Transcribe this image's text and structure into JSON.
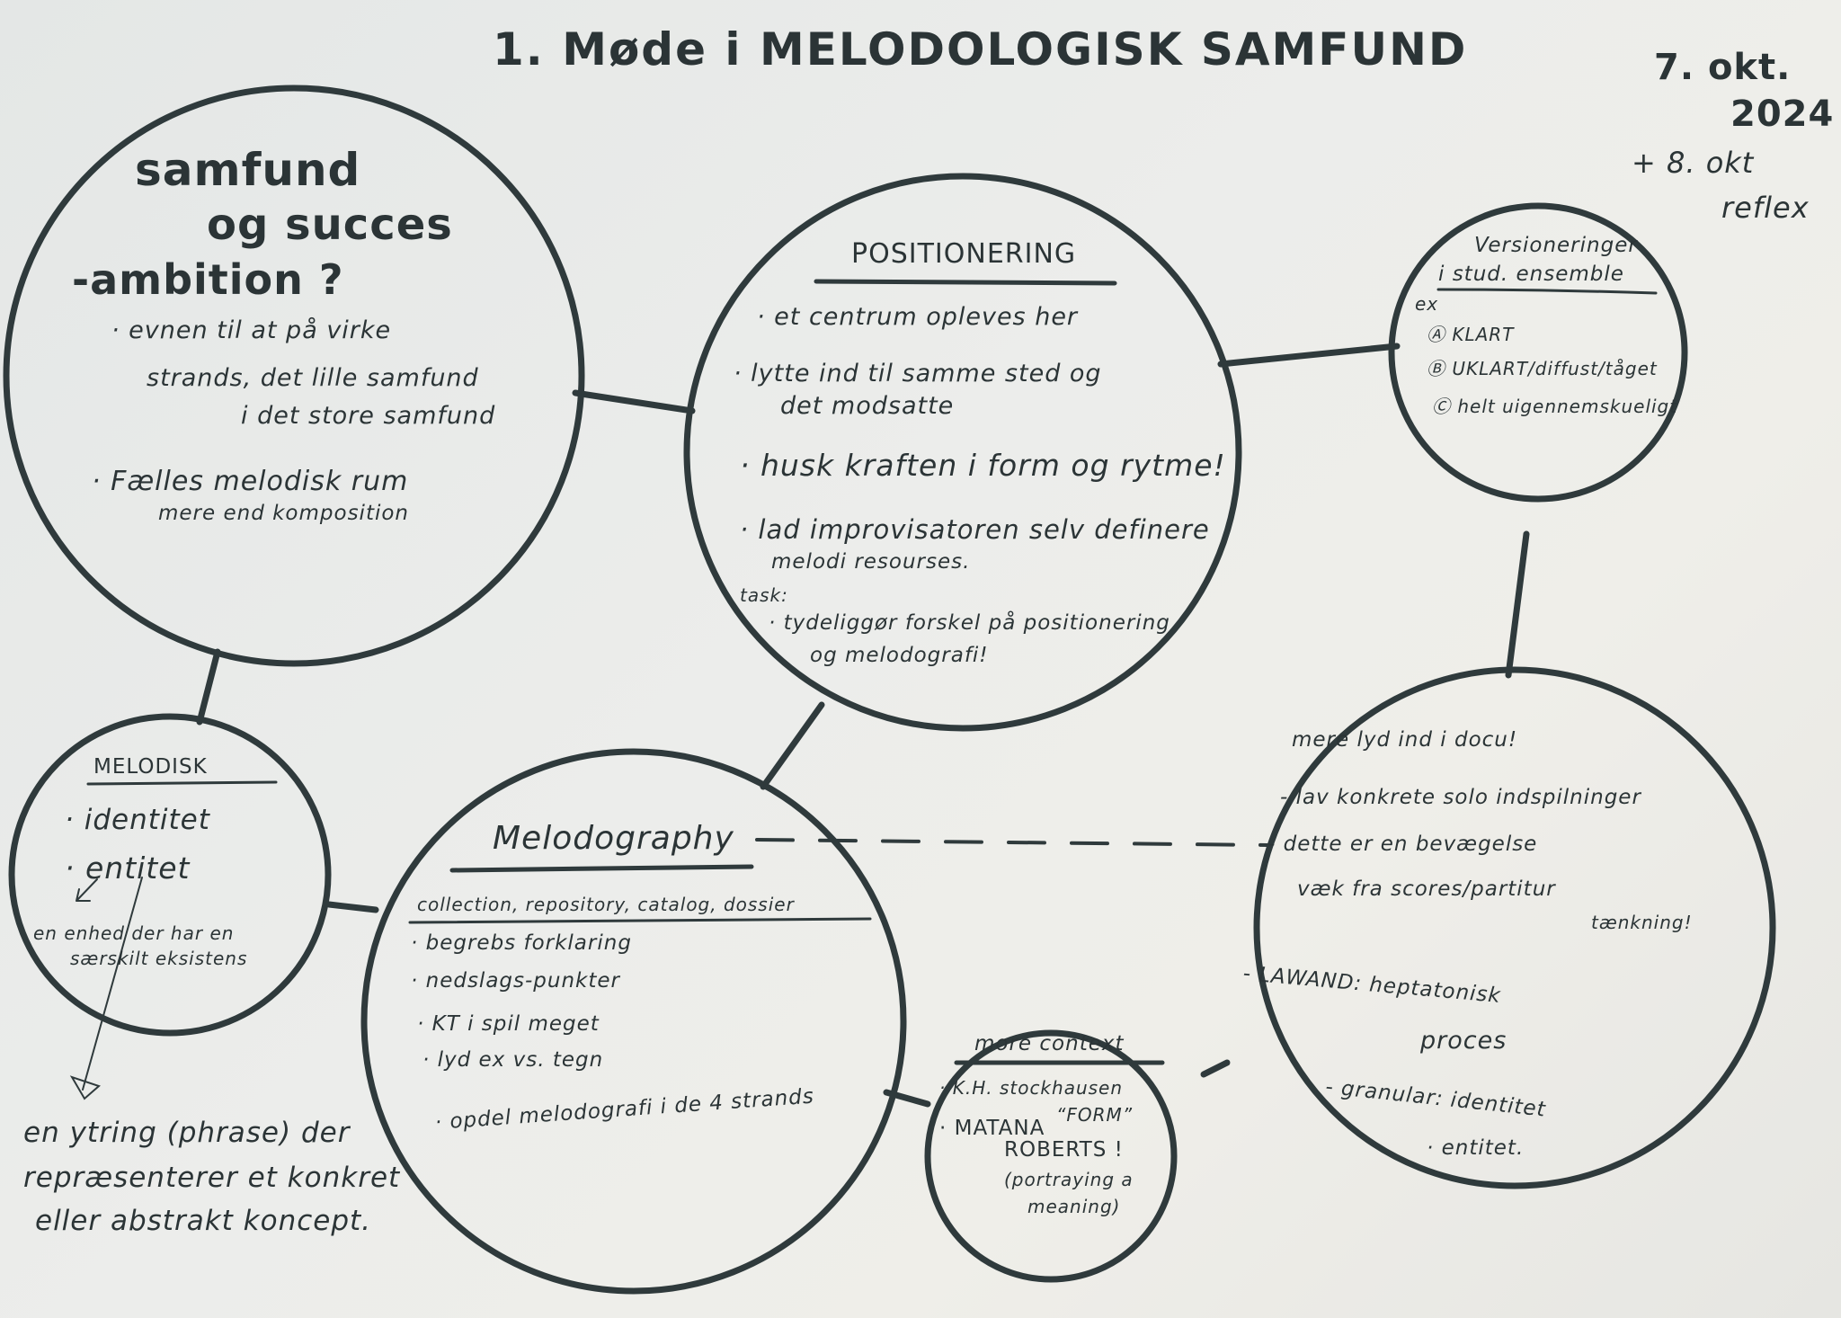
{
  "title": "1. Møde i MELODOLOGISK SAMFUND",
  "date": {
    "line1": "7. okt.",
    "line2": "2024",
    "extra1": "+ 8. okt",
    "extra2": "reflex"
  },
  "colors": {
    "ink": "#2b3436",
    "paper": "#eaecea"
  },
  "samfund": {
    "title1": "samfund",
    "title2": "og succes",
    "title3": "-ambition ?",
    "items": [
      "· evnen til at på virke",
      "strands, det lille samfund",
      "i det store samfund",
      "· Fælles melodisk rum",
      "mere end komposition"
    ]
  },
  "positionering": {
    "title": "POSITIONERING",
    "items": [
      "· et centrum opleves her",
      "· lytte ind til samme sted og",
      "det modsatte",
      "· husk kraften i form og rytme!",
      "· lad improvisatoren selv definere",
      "melodi resourses.",
      "task:",
      "· tydeliggør forskel på positionering",
      "og melodografi!"
    ]
  },
  "versioneringer": {
    "title1": "Versioneringer",
    "title2": "i stud. ensemble",
    "ex": "ex",
    "items": [
      "Ⓐ KLART",
      "Ⓑ UKLART/diffust/tåget",
      "Ⓒ helt uigennemskueligt"
    ]
  },
  "melodisk": {
    "title": "MELODISK",
    "items": [
      "· identitet",
      "· entitet",
      "en enhed der har en",
      "særskilt eksistens"
    ],
    "note": [
      "en ytring (phrase) der",
      "repræsenterer et konkret",
      "eller abstrakt koncept."
    ]
  },
  "melodography": {
    "title": "Melodography",
    "subtitle": "collection, repository, catalog, dossier",
    "items": [
      "· begrebs forklaring",
      "· nedslags-punkter",
      "· KT i spil meget",
      "· lyd ex vs. tegn",
      "· opdel melodografi i de 4 strands"
    ]
  },
  "more_context": {
    "title": "more context",
    "items": [
      "· K.H. stockhausen",
      "“FORM”",
      "· MATANA",
      "ROBERTS !",
      "(portraying a",
      "meaning)"
    ]
  },
  "docu": {
    "items": [
      "mere lyd ind i docu!",
      "- lav konkrete solo indspilninger",
      "- dette er en bevægelse",
      "væk fra scores/partitur",
      "tænkning!",
      "- LAWAND: heptatonisk",
      "proces",
      "- granular: identitet",
      "· entitet."
    ]
  }
}
